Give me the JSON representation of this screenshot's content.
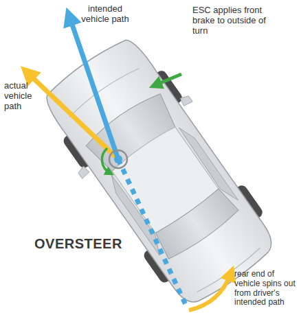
{
  "diagram": {
    "labels": [
      "intended vehicle path",
      "actual vehicle path",
      "ESC applies front brake to outside of turn",
      "OVERSTEER",
      "rear end of vehicle spins out from driver's intended path"
    ]
  }
}
